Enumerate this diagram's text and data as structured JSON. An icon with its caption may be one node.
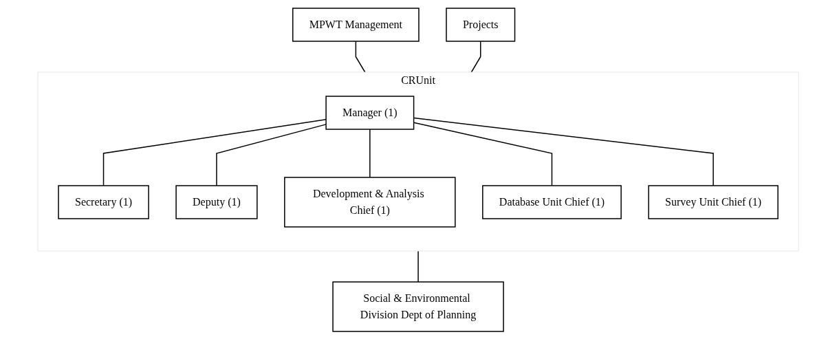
{
  "diagram": {
    "nodes": [
      {
        "text": [
          "MPWT Management"
        ]
      },
      {
        "text": [
          "CRUnit"
        ]
      },
      {
        "text": [
          "Manager (1)"
        ],
        "in": 1
      },
      {
        "text": [
          "Secretary (1)"
        ],
        "in": 1
      },
      {
        "text": [
          "Deputy (1)"
        ],
        "in": 1
      },
      {
        "text": [
          "Development & Analysis Chief (1)"
        ],
        "in": 1
      },
      {
        "text": [
          "Database Unit Chief (1)"
        ],
        "in": 1
      },
      {
        "text": [
          "Survey Unit Chief (1)"
        ],
        "in": 1
      },
      {
        "text": [
          "Projects"
        ]
      },
      {
        "text": [
          "Social & Environmental Division Dept of Planning"
        ]
      }
    ],
    "edges": [
      {
        "from": 0,
        "to": 1,
        "arrow": "none"
      },
      {
        "from": 8,
        "to": 1,
        "arrow": "none"
      },
      {
        "from": 1,
        "to": 9,
        "arrow": "none"
      },
      {
        "from": 2,
        "to": 3,
        "arrow": "none"
      },
      {
        "from": 2,
        "to": 4,
        "arrow": "none"
      },
      {
        "from": 2,
        "to": 5,
        "arrow": "none"
      },
      {
        "from": 2,
        "to": 6,
        "arrow": "none"
      },
      {
        "from": 2,
        "to": 7,
        "arrow": "none"
      }
    ]
  }
}
